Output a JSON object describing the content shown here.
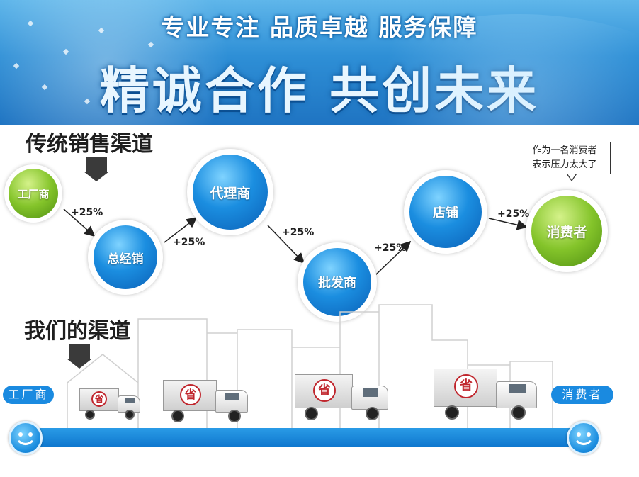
{
  "banner": {
    "tagline": "专业专注 品质卓越 服务保障",
    "slogan": "精诚合作 共创未来"
  },
  "traditional": {
    "title": "传统销售渠道",
    "nodes": [
      "工厂商",
      "总经销",
      "代理商",
      "批发商",
      "店铺",
      "消费者"
    ],
    "markups": [
      "+25%",
      "+25%",
      "+25%",
      "+25%",
      "+25%"
    ],
    "speech_line1": "作为一名消费者",
    "speech_line2": "表示压力太大了"
  },
  "ours": {
    "title": "我们的渠道",
    "left_tag": "工厂商",
    "right_tag": "消费者",
    "truck_label": "省"
  },
  "colors": {
    "blue_node": "#1b8ee0",
    "green_node": "#84c42a",
    "road": "#1a8ae0",
    "seal": "#c0262d"
  }
}
